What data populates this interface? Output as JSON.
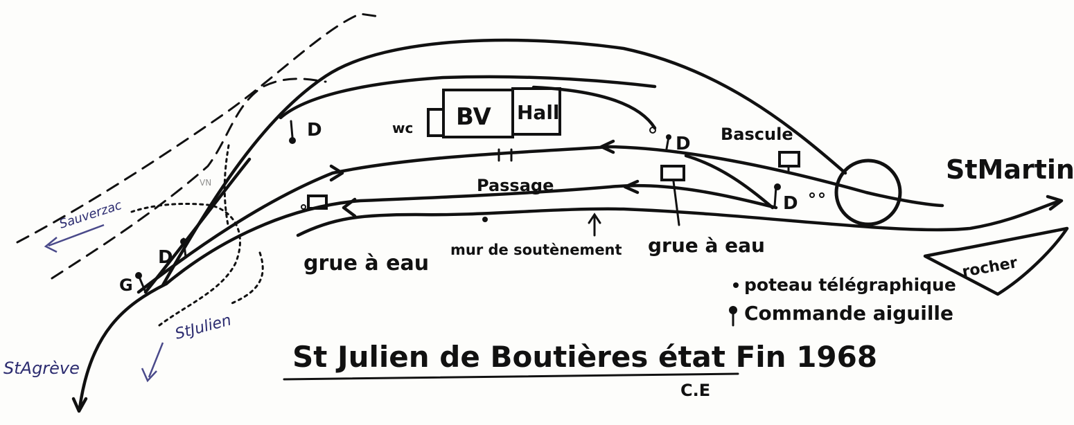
{
  "labels": {
    "bv": "BV",
    "halle": "Hall",
    "wc": "wc",
    "passage": "Passage",
    "bascule": "Bascule",
    "st_martin": "StMartin",
    "st_agreve": "StAgrève",
    "sauverzac": "Sauverzac",
    "st_julien_arrow": "StJulien",
    "grue_left": "grue à eau",
    "mur": "mur de soutènement",
    "grue_right": "grue à eau",
    "rocher": "rocher",
    "legend_poteau": "poteau télégraphique",
    "legend_commande": "Commande aiguille",
    "title": "St Julien de Boutières état Fin 1968",
    "author": "C.E",
    "switch_d1": "D",
    "switch_d2": "D",
    "switch_d3": "D",
    "switch_d4": "D",
    "switch_g": "G",
    "vn": "VN"
  },
  "colors": {
    "ink": "#111111",
    "blue_ink": "#2c2c70",
    "paper": "#fdfdfb"
  }
}
